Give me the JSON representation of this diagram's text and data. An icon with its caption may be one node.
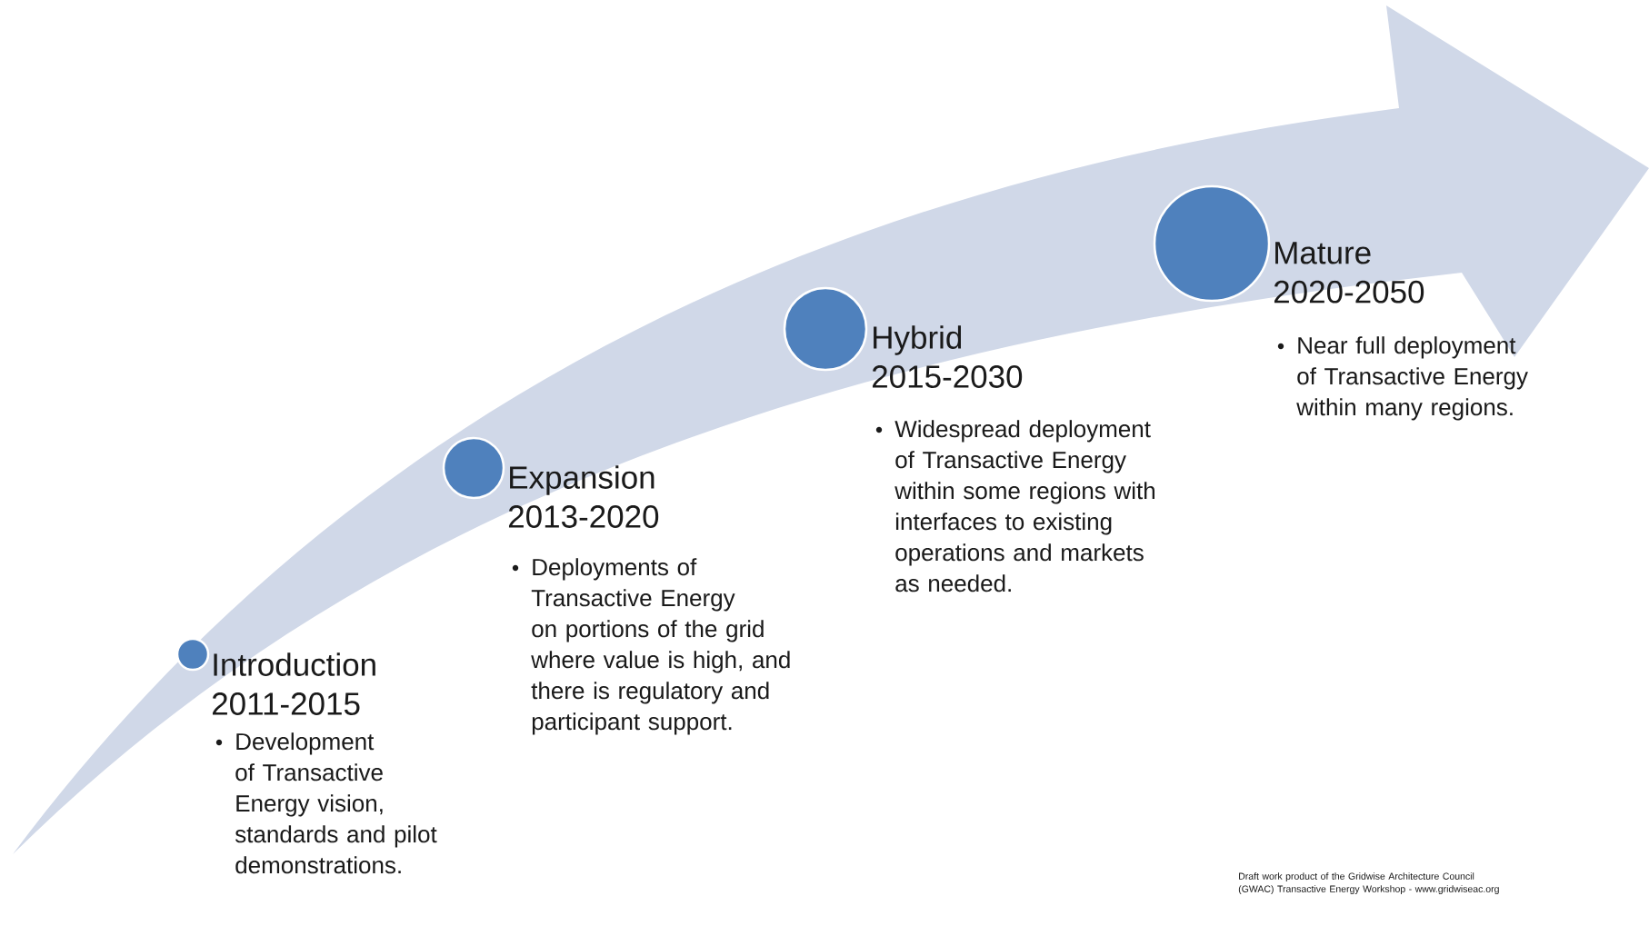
{
  "diagram": {
    "nodes": [
      {
        "text": [],
        "shape": "circle"
      },
      {
        "text": [
          "Introduction 2011-2015",
          "Development of Transactive Energy vision, standards and pilot demonstrations."
        ]
      },
      {
        "text": [],
        "shape": "circle"
      },
      {
        "text": [
          "Expansion 2013-2020",
          "Deployments of Transactive Energy on portions of the grid where value is high, and there is regulatory and participant support."
        ]
      },
      {
        "text": [],
        "shape": "circle"
      },
      {
        "text": [
          "Hybrid 2015-2030",
          "Widespread deployment of Transactive Energy within some regions with interfaces to existing operations and markets as needed."
        ]
      },
      {
        "text": [],
        "shape": "circle"
      },
      {
        "text": [
          "Mature 2020-2050",
          "Near full deployment of Transactive Energy within many regions."
        ]
      }
    ],
    "labels": [
      "Draft work product of the Gridwise Architecture Council (GWAC) Transactive Energy Workshop - www.gridwiseac.org"
    ]
  }
}
